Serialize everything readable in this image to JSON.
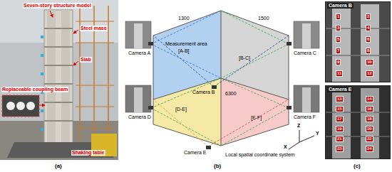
{
  "diagram": {
    "nodes": [
      {
        "text": [
          "Camera B"
        ]
      },
      {
        "text": [
          "1"
        ],
        "in": 0
      },
      {
        "text": [
          "2"
        ],
        "in": 0
      },
      {
        "text": [
          "3"
        ],
        "in": 0
      },
      {
        "text": [
          "4"
        ],
        "in": 0
      },
      {
        "text": [
          "5"
        ],
        "in": 0
      },
      {
        "text": [
          "6"
        ],
        "in": 0
      },
      {
        "text": [
          "7"
        ],
        "in": 0
      },
      {
        "text": [
          "8"
        ],
        "in": 0
      },
      {
        "text": [
          "9"
        ],
        "in": 0
      },
      {
        "text": [
          "10"
        ],
        "in": 0
      },
      {
        "text": [
          "11"
        ],
        "in": 0
      },
      {
        "text": [
          "12"
        ],
        "in": 0
      },
      {
        "text": [
          "Camera E"
        ]
      },
      {
        "text": [
          "13"
        ],
        "in": 13
      },
      {
        "text": [
          "14"
        ],
        "in": 13
      },
      {
        "text": [
          "15"
        ],
        "in": 13
      },
      {
        "text": [
          "16"
        ],
        "in": 13
      },
      {
        "text": [
          "17"
        ],
        "in": 13
      },
      {
        "text": [
          "18"
        ],
        "in": 13
      },
      {
        "text": [
          "19"
        ],
        "in": 13
      },
      {
        "text": [
          "20"
        ],
        "in": 13
      },
      {
        "text": [
          "21"
        ],
        "in": 13
      },
      {
        "text": [
          "22"
        ],
        "in": 13
      },
      {
        "text": [
          "23"
        ],
        "in": 13
      },
      {
        "text": [
          "24"
        ],
        "in": 13
      }
    ],
    "labels": [
      "Seven-story structure model",
      "Steel mass",
      "Slab",
      "Replaceable coupling beam",
      "Shaking table",
      "(a)",
      "1300",
      "1500",
      "Measurement area",
      "[A-B]",
      "[B-C]",
      "Camera A",
      "Camera C",
      "Camera B",
      "[D-E]",
      "6300",
      "[E-F]",
      "Camera D",
      "Camera F",
      "Camera E",
      "Local spatial coordinate system",
      "Z",
      "Y",
      "X",
      "(b)",
      "(c)"
    ]
  }
}
